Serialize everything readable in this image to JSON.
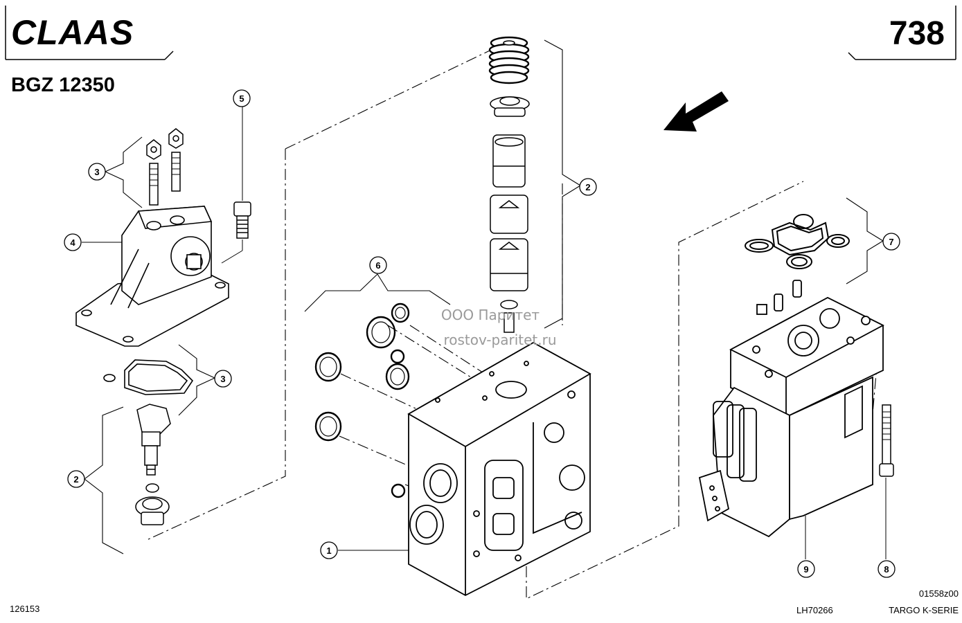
{
  "header": {
    "brand": "CLAAS",
    "page_number": "738",
    "group_code": "BGZ 12350"
  },
  "watermark": {
    "line1": "ООО Паритет",
    "line2": "rostov-paritet.ru"
  },
  "footer": {
    "left_code": "126153",
    "drawing_code": "01558z00",
    "ref_code": "LH70266",
    "series": "TARGO K-SERIE"
  },
  "callouts": [
    {
      "id": "c1",
      "label": "1"
    },
    {
      "id": "c2a",
      "label": "2"
    },
    {
      "id": "c2b",
      "label": "2"
    },
    {
      "id": "c3a",
      "label": "3"
    },
    {
      "id": "c3b",
      "label": "3"
    },
    {
      "id": "c4",
      "label": "4"
    },
    {
      "id": "c5",
      "label": "5"
    },
    {
      "id": "c6",
      "label": "6"
    },
    {
      "id": "c7",
      "label": "7"
    },
    {
      "id": "c8",
      "label": "8"
    },
    {
      "id": "c9",
      "label": "9"
    }
  ]
}
